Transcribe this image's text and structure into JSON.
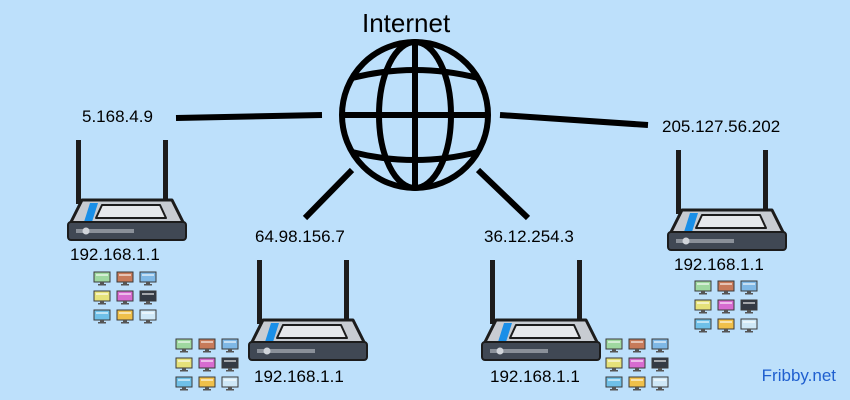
{
  "internet": {
    "label": "Internet"
  },
  "wan_links": [
    {
      "ip": "5.168.4.9"
    },
    {
      "ip": "64.98.156.7"
    },
    {
      "ip": "36.12.254.3"
    },
    {
      "ip": "205.127.56.202"
    }
  ],
  "routers": [
    {
      "lan_ip": "192.168.1.1",
      "computers": 9
    },
    {
      "lan_ip": "192.168.1.1",
      "computers": 9
    },
    {
      "lan_ip": "192.168.1.1",
      "computers": 9
    },
    {
      "lan_ip": "192.168.1.1",
      "computers": 9
    }
  ],
  "brand": "Fribby.net",
  "colors": {
    "background": "#bde0fb",
    "router_body": "#404854",
    "router_top": "#c8ccd2",
    "router_led": "#1a8fe8",
    "brand_text": "#1f5fcf"
  },
  "icons": {
    "internet": "globe-icon",
    "router": "router-icon",
    "computer": "computer-icon"
  }
}
